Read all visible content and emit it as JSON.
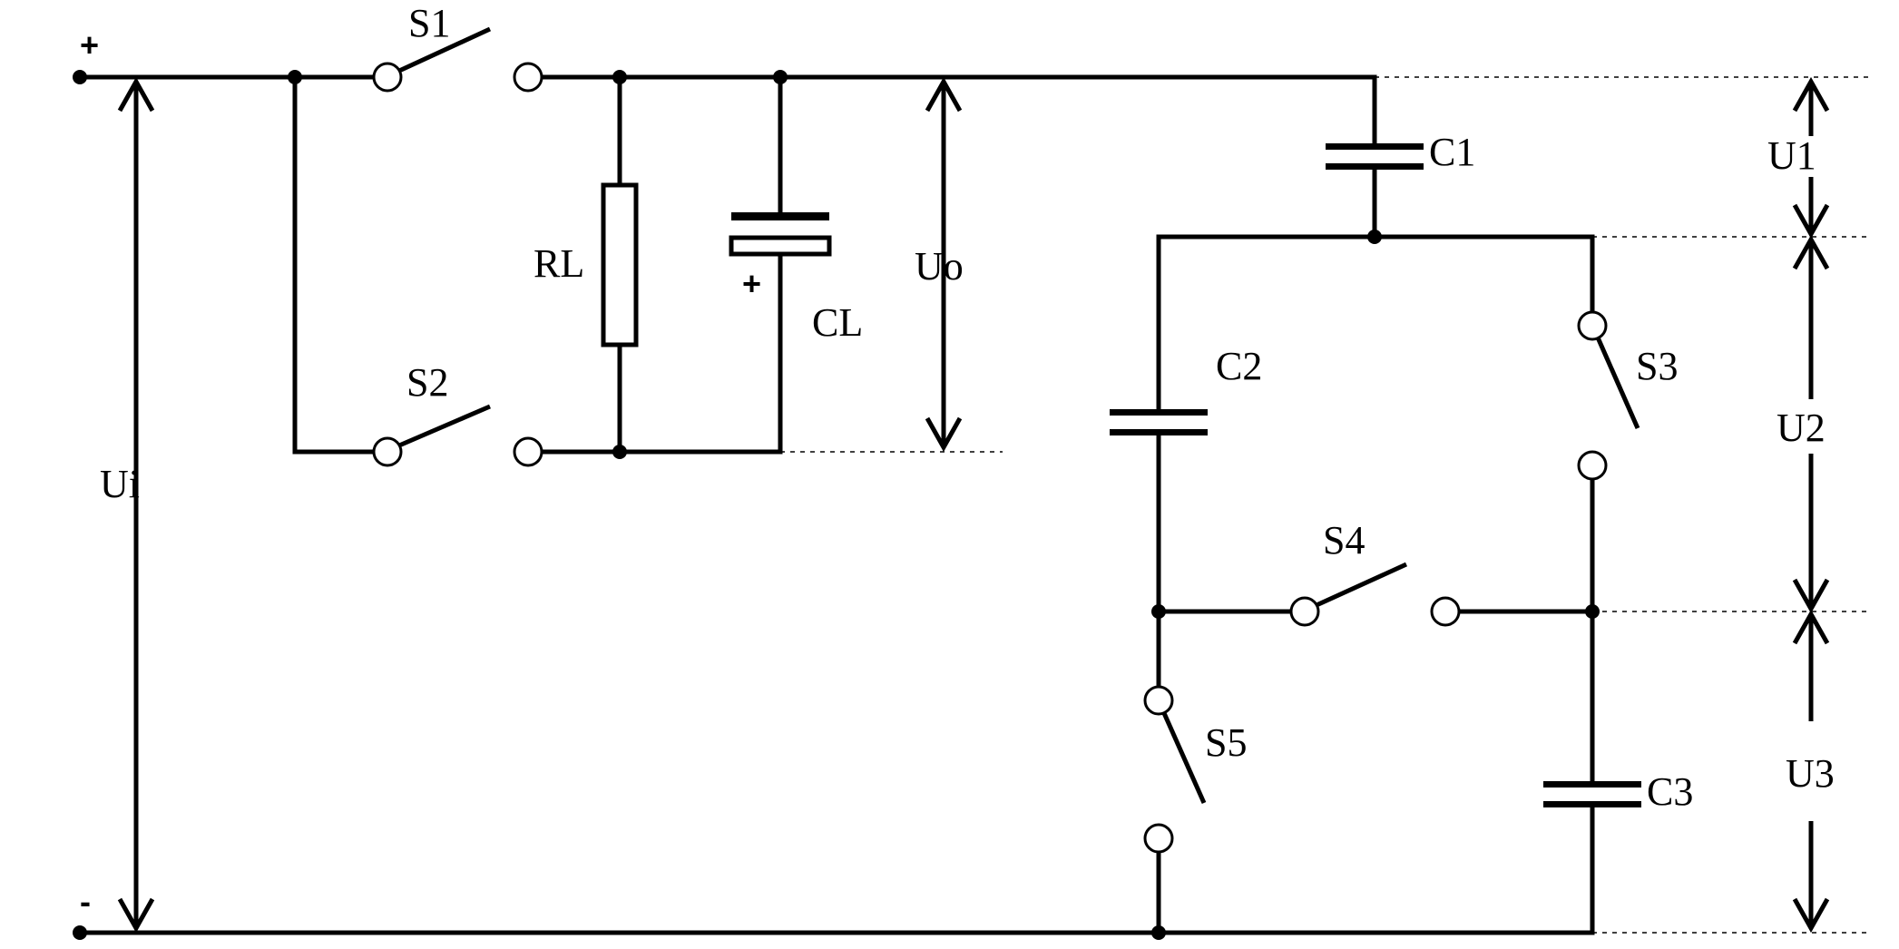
{
  "diagram": {
    "terminals": {
      "positive": "+",
      "negative": "-"
    },
    "switches": [
      "S1",
      "S2",
      "S3",
      "S4",
      "S5"
    ],
    "capacitors": [
      "C1",
      "C2",
      "C3",
      "CL"
    ],
    "resistor": "RL",
    "cl_polarity": "+",
    "voltages": {
      "input": "Ui",
      "output": "Uo",
      "u1": "U1",
      "u2": "U2",
      "u3": "U3"
    },
    "line_color": "#000000",
    "background_color": "#ffffff"
  }
}
